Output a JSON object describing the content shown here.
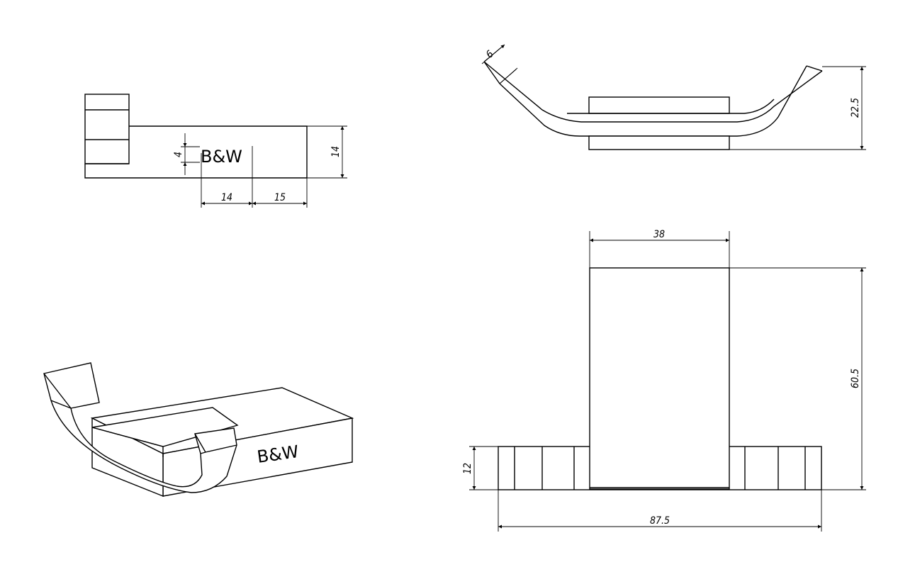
{
  "brand": {
    "logo_text": "B&W"
  },
  "dimensions": {
    "side_logo_height": "4",
    "side_height": "14",
    "side_offset_a": "14",
    "side_offset_b": "15",
    "arm_thickness": "6",
    "front_height": "22.5",
    "plate_width": "38",
    "total_height": "60.5",
    "base_height": "12",
    "total_width": "87.5"
  },
  "colors": {
    "line": "#000000",
    "background": "#ffffff"
  }
}
